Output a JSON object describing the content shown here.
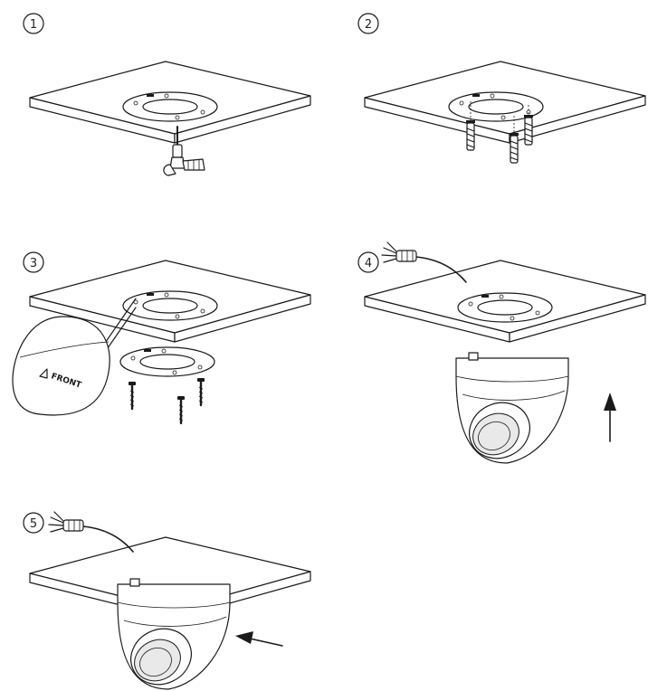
{
  "steps": [
    {
      "number": "1"
    },
    {
      "number": "2"
    },
    {
      "number": "3"
    },
    {
      "number": "4"
    },
    {
      "number": "5"
    }
  ],
  "labels": {
    "front_marking": "FRONT"
  },
  "icons": {
    "step1_tool": "screwdriver-icon",
    "step4_arrow": "arrow-up-icon",
    "step5_arrow": "arrow-left-icon"
  }
}
